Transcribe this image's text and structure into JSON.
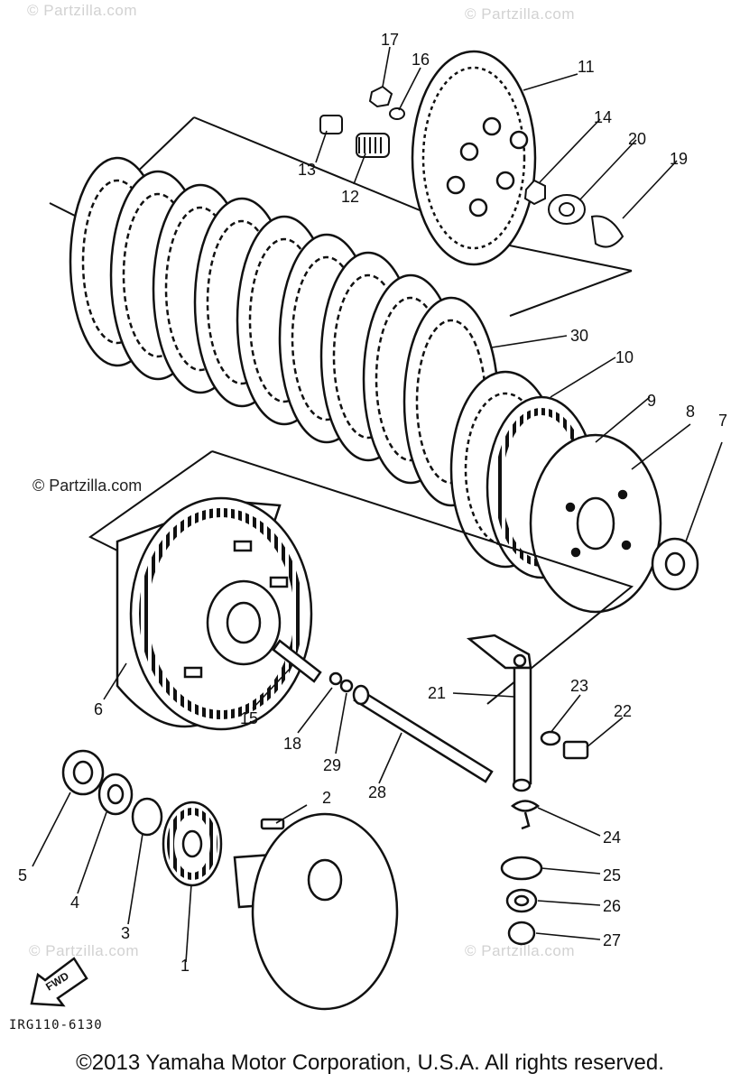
{
  "watermarks": {
    "top_left": "© Partzilla.com",
    "top_right": "© Partzilla.com",
    "middle": "© Partzilla.com",
    "bottom_left": "© Partzilla.com",
    "bottom_right": "© Partzilla.com"
  },
  "fwd_label": "FWD",
  "drawing_code": "IRG110-6130",
  "copyright": "©2013 Yamaha Motor Corporation, U.S.A. All rights reserved.",
  "callouts": [
    {
      "id": "1",
      "text": "1"
    },
    {
      "id": "2",
      "text": "2"
    },
    {
      "id": "3",
      "text": "3"
    },
    {
      "id": "4",
      "text": "4"
    },
    {
      "id": "5",
      "text": "5"
    },
    {
      "id": "6",
      "text": "6"
    },
    {
      "id": "7",
      "text": "7"
    },
    {
      "id": "8",
      "text": "8"
    },
    {
      "id": "9",
      "text": "9"
    },
    {
      "id": "10",
      "text": "10"
    },
    {
      "id": "11",
      "text": "11"
    },
    {
      "id": "12",
      "text": "12"
    },
    {
      "id": "13",
      "text": "13"
    },
    {
      "id": "14",
      "text": "14"
    },
    {
      "id": "15",
      "text": "15"
    },
    {
      "id": "16",
      "text": "16"
    },
    {
      "id": "17",
      "text": "17"
    },
    {
      "id": "18",
      "text": "18"
    },
    {
      "id": "19",
      "text": "19"
    },
    {
      "id": "20",
      "text": "20"
    },
    {
      "id": "21",
      "text": "21"
    },
    {
      "id": "22",
      "text": "22"
    },
    {
      "id": "23",
      "text": "23"
    },
    {
      "id": "24",
      "text": "24"
    },
    {
      "id": "25",
      "text": "25"
    },
    {
      "id": "26",
      "text": "26"
    },
    {
      "id": "27",
      "text": "27"
    },
    {
      "id": "28",
      "text": "28"
    },
    {
      "id": "29",
      "text": "29"
    },
    {
      "id": "30",
      "text": "30"
    }
  ]
}
